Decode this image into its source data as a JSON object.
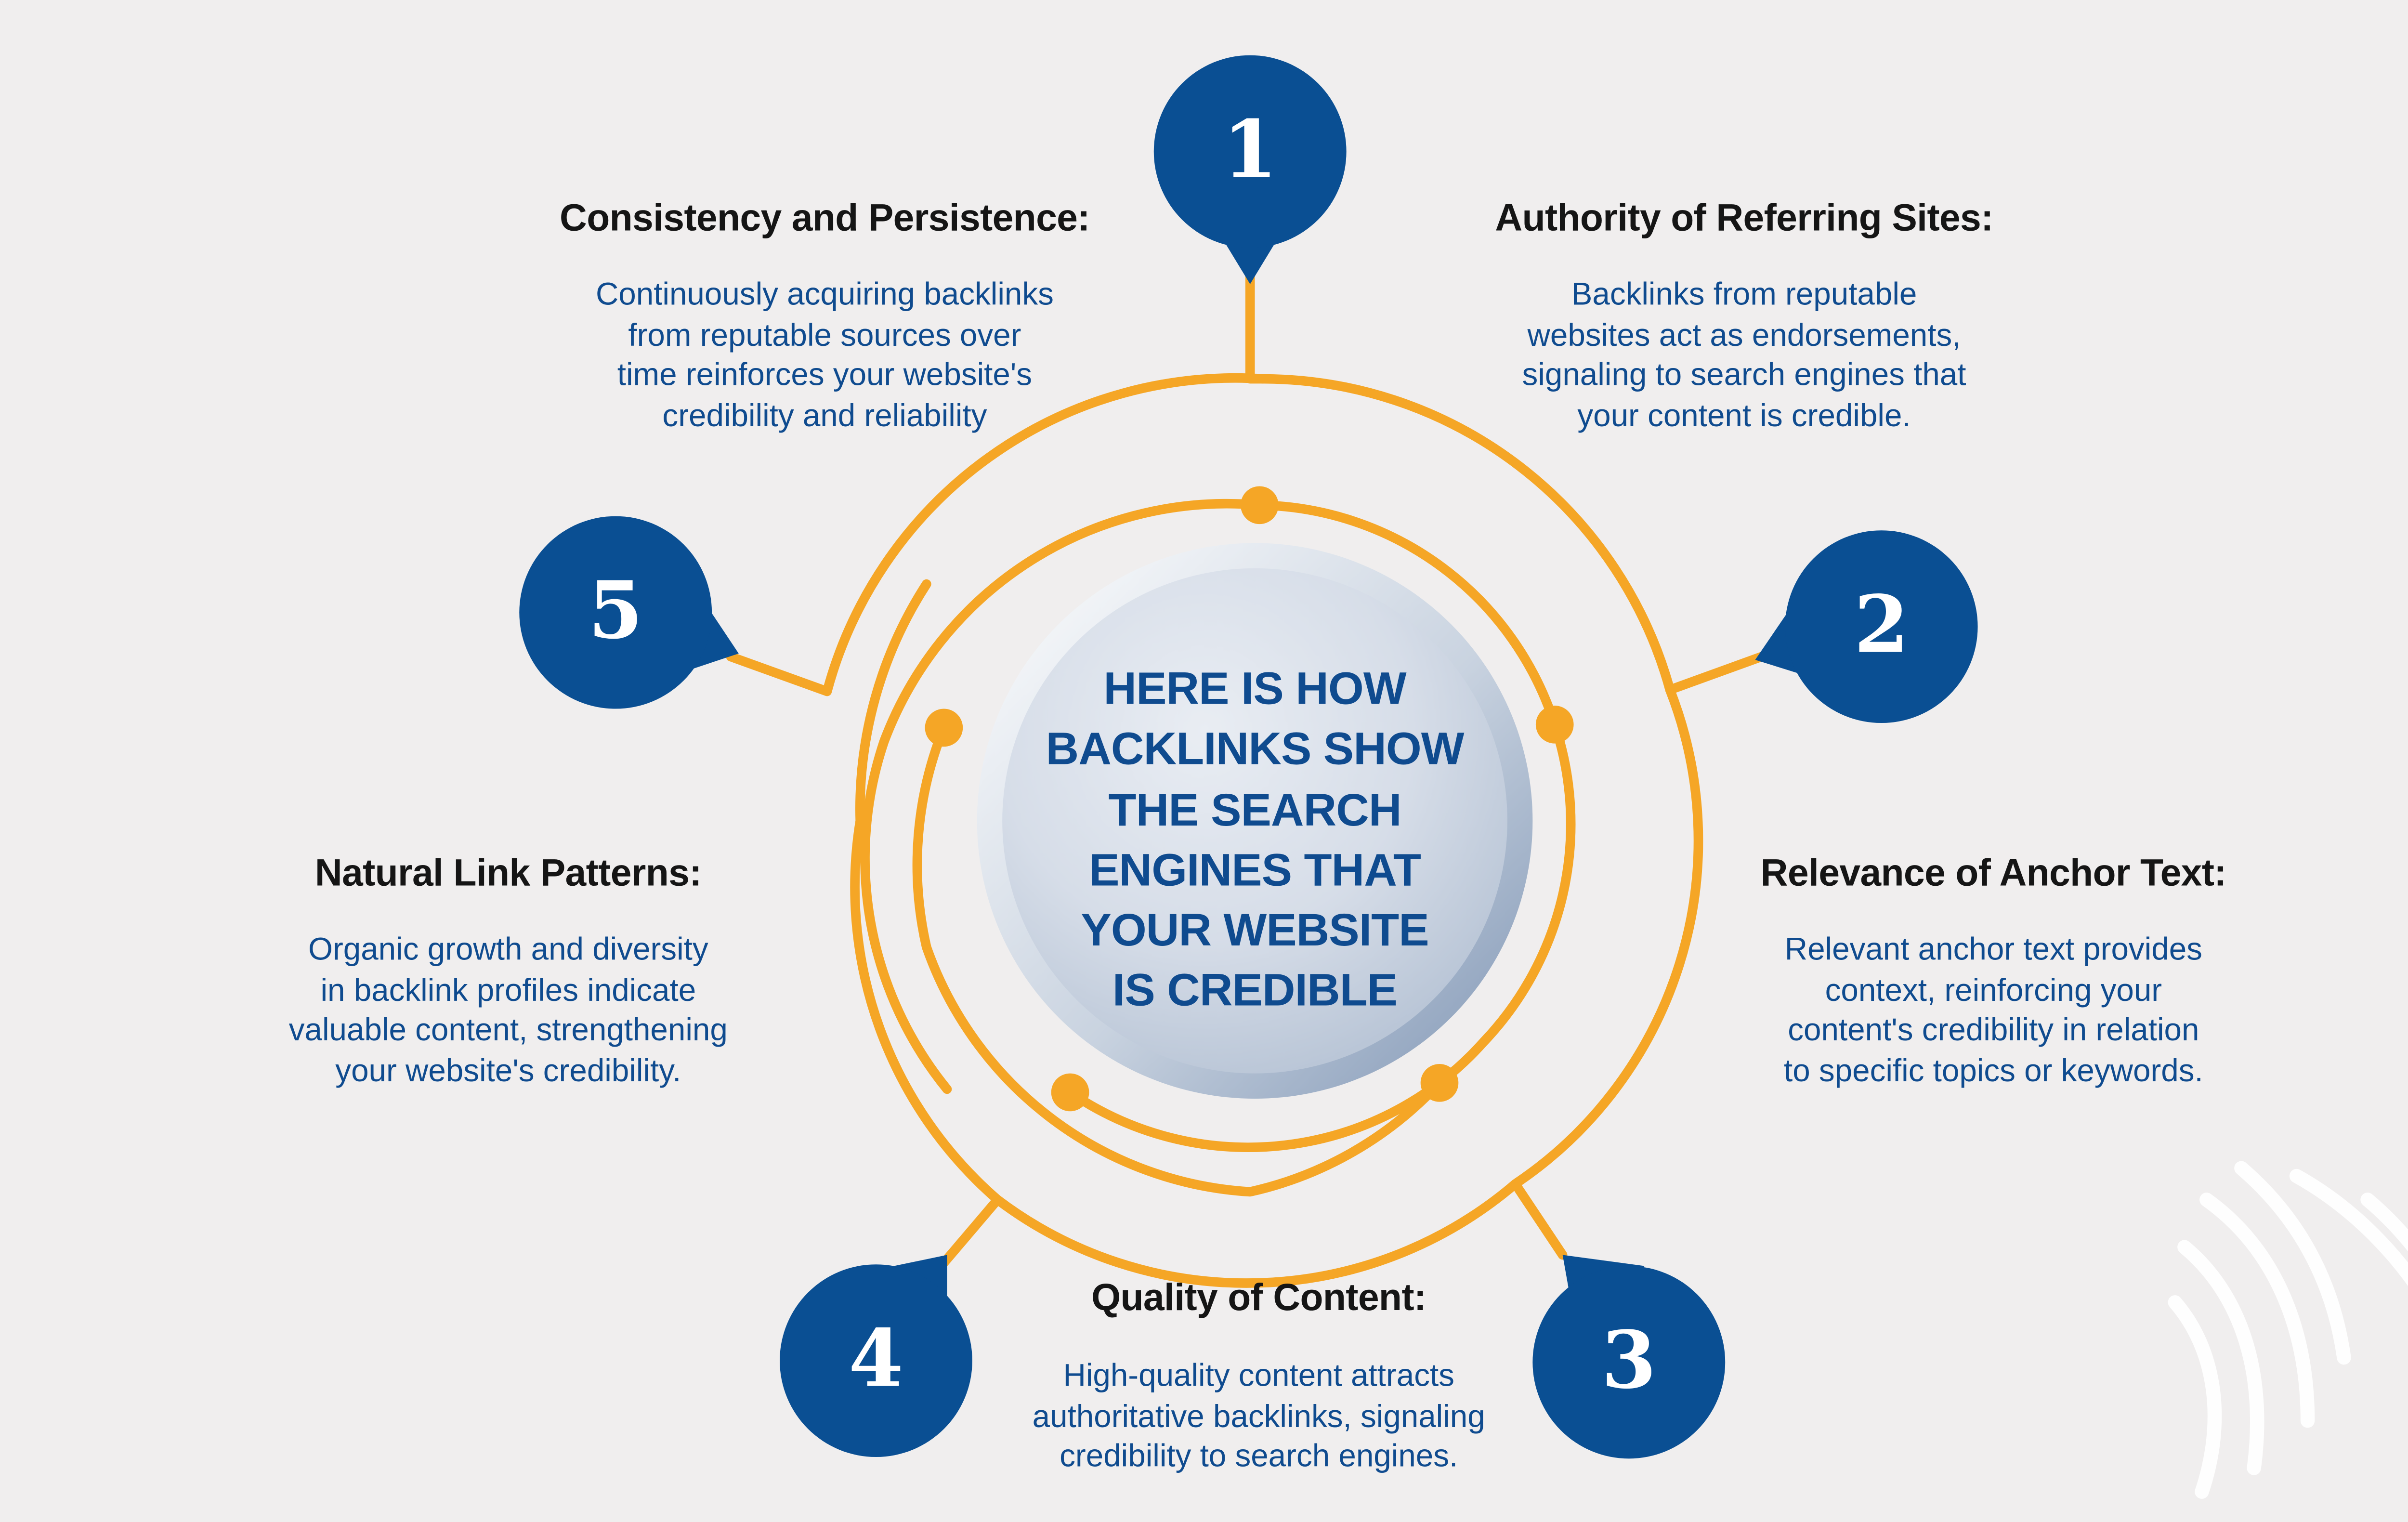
{
  "center": {
    "text": "HERE IS HOW\nBACKLINKS SHOW\nTHE SEARCH\nENGINES THAT\nYOUR WEBSITE\nIS CREDIBLE"
  },
  "items": [
    {
      "number": "1",
      "title": "Authority of Referring Sites:",
      "description": "Backlinks from reputable\nwebsites act as endorsements,\nsignaling to search engines that\nyour content is credible."
    },
    {
      "number": "2",
      "title": "Relevance of Anchor Text:",
      "description": "Relevant anchor text provides\ncontext, reinforcing your\ncontent's credibility in relation\nto specific topics or keywords."
    },
    {
      "number": "3",
      "title": "Quality of Content:",
      "description": "High-quality content attracts\nauthoritative backlinks, signaling\ncredibility to search engines."
    },
    {
      "number": "4",
      "title": "Natural Link Patterns:",
      "description": "Organic growth and diversity\nin backlink profiles indicate\nvaluable content, strengthening\nyour website's credibility."
    },
    {
      "number": "5",
      "title": "Consistency and Persistence:",
      "description": "Continuously acquiring backlinks\nfrom reputable sources over\ntime reinforces your website's\ncredibility and reliability"
    }
  ],
  "colors": {
    "background": "#f0eeee",
    "marker_blue": "#0a4f93",
    "connector_orange": "#f5a626",
    "title_text": "#151515",
    "body_text": "#0f4b8f"
  },
  "icons": [
    "globe-watermark-icon"
  ]
}
